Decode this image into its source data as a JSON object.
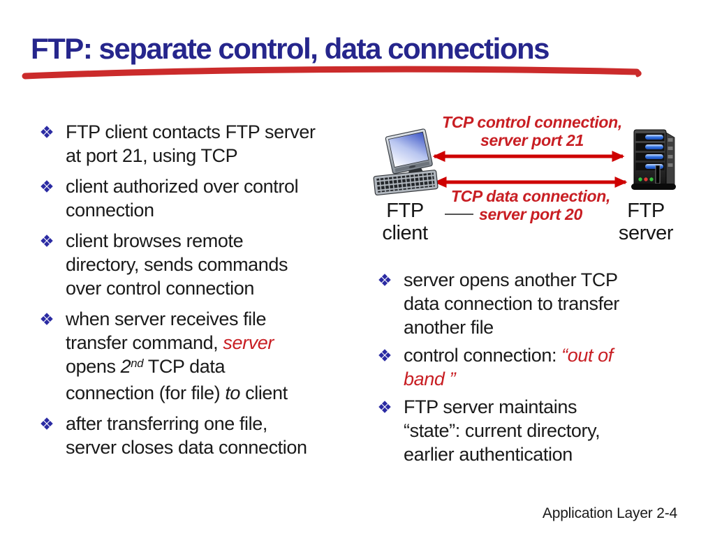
{
  "title": "FTP: separate control, data connections",
  "footer": "Application Layer 2-4",
  "bullet_icon": "diamond-cluster-icon",
  "left_bullets": [
    {
      "lines": [
        [
          {
            "t": "FTP client contacts FTP server",
            "s": "n"
          }
        ],
        [
          {
            "t": "at port 21, using TCP",
            "s": "n"
          }
        ]
      ]
    },
    {
      "lines": [
        [
          {
            "t": "client authorized over control",
            "s": "n"
          }
        ],
        [
          {
            "t": "connection",
            "s": "n"
          }
        ]
      ]
    },
    {
      "lines": [
        [
          {
            "t": "client browses remote",
            "s": "n"
          }
        ],
        [
          {
            "t": "directory, sends commands",
            "s": "n"
          }
        ],
        [
          {
            "t": "over control connection",
            "s": "n"
          }
        ]
      ]
    },
    {
      "lines": [
        [
          {
            "t": "when server receives file",
            "s": "n"
          }
        ],
        [
          {
            "t": "transfer command, ",
            "s": "n"
          },
          {
            "t": "server",
            "s": "ri"
          }
        ],
        [
          {
            "t": "opens ",
            "s": "n"
          },
          {
            "t": "2",
            "s": "i"
          },
          {
            "t": "nd",
            "s": "isup"
          },
          {
            "t": " TCP data",
            "s": "n"
          }
        ],
        [
          {
            "t": "connection (for file) ",
            "s": "n"
          },
          {
            "t": "to",
            "s": "i"
          },
          {
            "t": " client",
            "s": "n"
          }
        ]
      ]
    },
    {
      "lines": [
        [
          {
            "t": "after transferring one file,",
            "s": "n"
          }
        ],
        [
          {
            "t": "server closes data connection",
            "s": "n"
          }
        ]
      ]
    }
  ],
  "right_bullets": [
    {
      "lines": [
        [
          {
            "t": "server opens another TCP",
            "s": "n"
          }
        ],
        [
          {
            "t": "data connection to transfer",
            "s": "n"
          }
        ],
        [
          {
            "t": "another file",
            "s": "n"
          }
        ]
      ]
    },
    {
      "lines": [
        [
          {
            "t": "control connection: ",
            "s": "n"
          },
          {
            "t": "“out of",
            "s": "ri"
          }
        ],
        [
          {
            "t": "band ”",
            "s": "ri"
          }
        ]
      ]
    },
    {
      "lines": [
        [
          {
            "t": "FTP server maintains",
            "s": "n"
          }
        ],
        [
          {
            "t": "“state”: current directory,",
            "s": "n"
          }
        ],
        [
          {
            "t": "earlier authentication",
            "s": "n"
          }
        ]
      ]
    }
  ],
  "diagram": {
    "client_label": [
      "FTP",
      "client"
    ],
    "server_label": [
      "FTP",
      "server"
    ],
    "control_connection_label": [
      "TCP control connection,",
      "server port 21"
    ],
    "data_connection_label": [
      "TCP data connection,",
      "server port 20"
    ]
  },
  "colors": {
    "title_blue": "#26268C",
    "bullet_blue": "#2B2BA3",
    "text_red": "#C81E23",
    "arrow_red": "#CE0000",
    "underline_red": "#CB2B2B",
    "body_text": "#1A1A1A"
  }
}
